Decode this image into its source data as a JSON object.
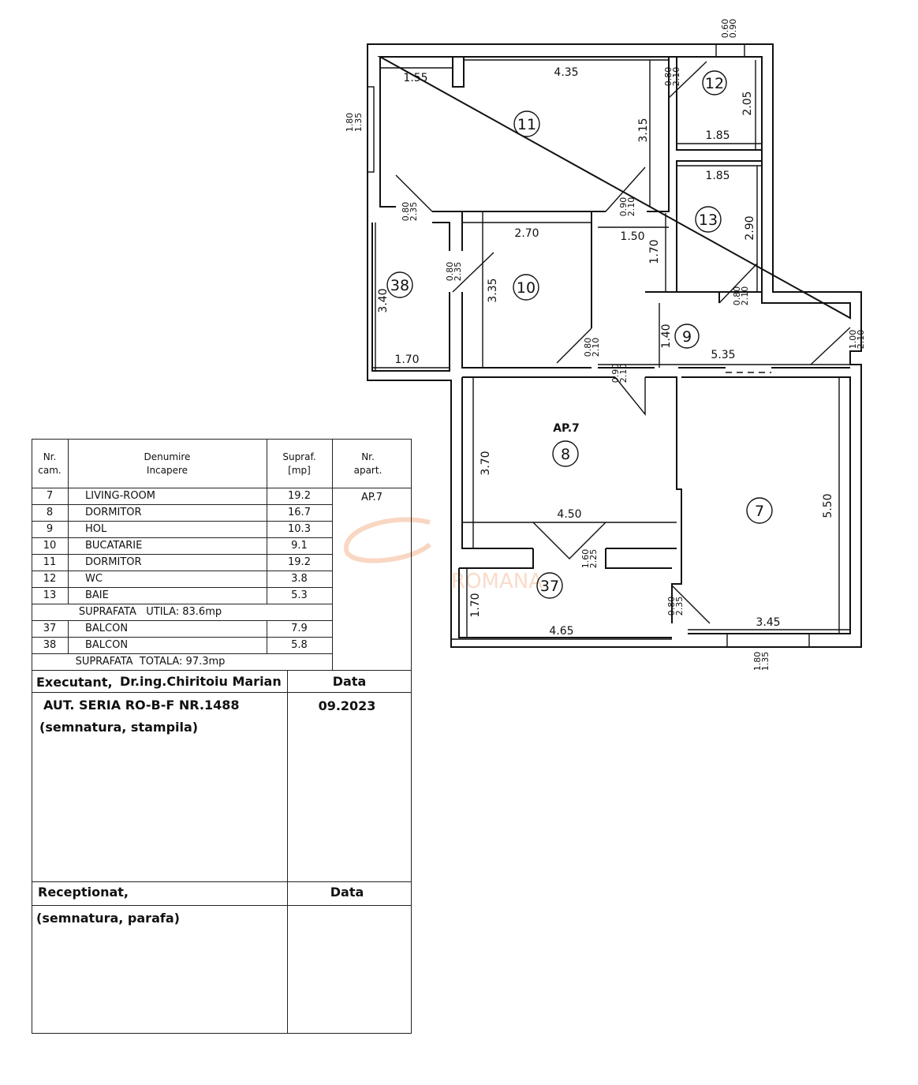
{
  "plan": {
    "apartment_label": "AP.7",
    "rooms": {
      "r7": "7",
      "r8": "8",
      "r9": "9",
      "r10": "10",
      "r11": "11",
      "r12": "12",
      "r13": "13",
      "r37": "37",
      "r38": "38"
    },
    "dims": {
      "d155": "1.55",
      "d435": "4.35",
      "d315": "3.15",
      "d205": "2.05",
      "d185a": "1.85",
      "d185b": "1.85",
      "d290": "2.90",
      "d270": "2.70",
      "d150": "1.50",
      "d170a": "1.70",
      "d335": "3.35",
      "d340": "3.40",
      "d170b": "1.70",
      "d140": "1.40",
      "d535": "5.35",
      "d370": "3.70",
      "d450": "4.50",
      "d550": "5.50",
      "d170c": "1.70",
      "d465": "4.65",
      "d345": "3.45"
    },
    "openings": {
      "win_top_a": "0.60",
      "win_top_b": "0.90",
      "win_left_a": "1.80",
      "win_left_b": "1.35",
      "door11_a": "0.80",
      "door11_b": "2.10",
      "door38_a": "0.80",
      "door38_b": "2.35",
      "door11b_a": "0.90",
      "door11b_b": "2.10",
      "door10_a": "0.80",
      "door10_b": "2.35",
      "door13_a": "0.80",
      "door13_b": "2.10",
      "door9_a": "0.80",
      "door9_b": "2.10",
      "door8_a": "0.90",
      "door8_b": "2.10",
      "door_ent_a": "1.00",
      "door_ent_b": "2.10",
      "door37_a": "1.60",
      "door37_b": "2.25",
      "door7_a": "0.80",
      "door7_b": "2.35",
      "win_bot_a": "1.80",
      "win_bot_b": "1.35"
    },
    "watermark": "ROMANA"
  },
  "table": {
    "headers": {
      "nr": "Nr.\ncam.",
      "name": "Denumire\nIncapere",
      "area": "Supraf.\n[mp]",
      "apt": "Nr.\napart."
    },
    "apartment": "AP.7",
    "rooms": [
      {
        "nr": "7",
        "name": "LIVING-ROOM",
        "area": "19.2"
      },
      {
        "nr": "8",
        "name": "DORMITOR",
        "area": "16.7"
      },
      {
        "nr": "9",
        "name": "HOL",
        "area": "10.3"
      },
      {
        "nr": "10",
        "name": "BUCATARIE",
        "area": "9.1"
      },
      {
        "nr": "11",
        "name": "DORMITOR",
        "area": "19.2"
      },
      {
        "nr": "12",
        "name": "WC",
        "area": "3.8"
      },
      {
        "nr": "13",
        "name": "BAIE",
        "area": "5.3"
      }
    ],
    "useful_area": "SUPRAFATA   UTILA: 83.6mp",
    "balconies": [
      {
        "nr": "37",
        "name": "BALCON",
        "area": "7.9"
      },
      {
        "nr": "38",
        "name": "BALCON",
        "area": "5.8"
      }
    ],
    "total_area": "SUPRAFATA  TOTALA: 97.3mp"
  },
  "signature": {
    "executant_label": "Executant,",
    "executant_name": "Dr.ing.Chiritoiu  Marian",
    "date_label": "Data",
    "authorization": "AUT. SERIA RO-B-F NR.1488",
    "sign_stamp": "(semnatura, stampila)",
    "date": "09.2023",
    "received_label": "Receptionat,",
    "date_label2": "Data",
    "sign_seal": "(semnatura, parafa)"
  }
}
